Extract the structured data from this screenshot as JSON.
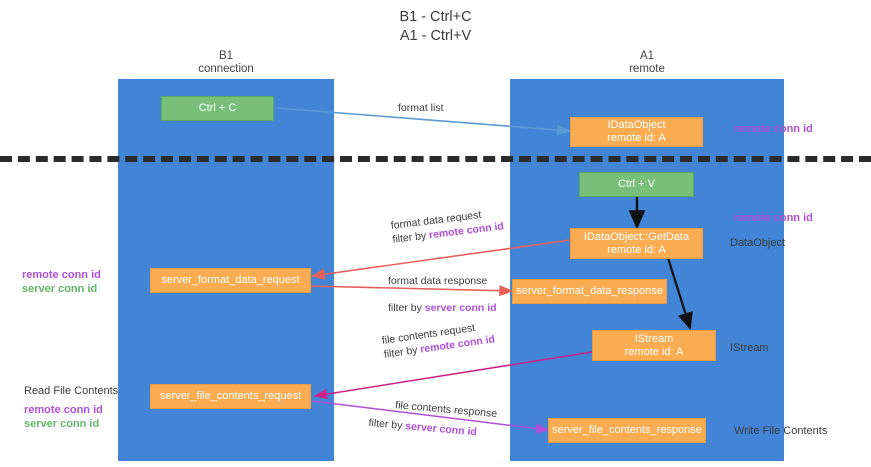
{
  "title": {
    "line1": "B1 - Ctrl+C",
    "line2": "A1 - Ctrl+V"
  },
  "lanes": [
    {
      "id": "b1",
      "name": "B1",
      "role": "connection"
    },
    {
      "id": "a1",
      "name": "A1",
      "role": "remote"
    }
  ],
  "colors": {
    "lane": "#4285d6",
    "green_node": "#78c07a",
    "orange_node": "#f9ac52",
    "purple_text": "#b04fd8",
    "green_text": "#62b866",
    "divider": "#2b2b2b",
    "arrow_blue": "#5b9bd5",
    "arrow_red": "#e8605a",
    "arrow_magenta": "#cc2288",
    "arrow_purple": "#b04fd8",
    "arrow_black": "#111111"
  },
  "nodes": {
    "ctrl_c": {
      "label": "Ctrl + C",
      "sub": ""
    },
    "ctrl_v": {
      "label": "Ctrl + V",
      "sub": ""
    },
    "idataobject": {
      "label": "IDataObject",
      "sub": "remote id: A"
    },
    "getdata": {
      "label": "IDataObject::GetData",
      "sub": "remote id: A"
    },
    "istream": {
      "label": "IStream",
      "sub": "remote id: A"
    },
    "server_format_data_request": {
      "label": "server_format_data_request"
    },
    "server_format_data_response": {
      "label": "server_format_data_response"
    },
    "server_file_contents_request": {
      "label": "server_file_contents_request"
    },
    "server_file_contents_response": {
      "label": "server_file_contents_response"
    }
  },
  "mid_labels": {
    "format_list": "format list",
    "format_data_request": "format data request",
    "format_data_request_filter_pre": "filter by ",
    "format_data_request_filter_key": "remote conn id",
    "format_data_response": "format data response",
    "format_data_response_filter_pre": "filter by ",
    "format_data_response_filter_key": "server conn id",
    "file_contents_request": "file contents request",
    "file_contents_request_filter_pre": "filter by ",
    "file_contents_request_filter_key": "remote conn id",
    "file_contents_response": "file contents response",
    "file_contents_response_filter_pre": "filter by ",
    "file_contents_response_filter_key": "server conn id"
  },
  "right_annotations": {
    "remote_conn_id_top": "remote conn id",
    "remote_conn_id_mid": "remote conn id",
    "dataobject": "DataObject",
    "istream": "IStream",
    "write_file_contents": "Write File Contents"
  },
  "left_annotations": {
    "remote_conn_id_1": "remote conn id",
    "server_conn_id_1": "server conn id",
    "read_file_contents": "Read File Contents",
    "remote_conn_id_2": "remote conn id",
    "server_conn_id_2": "server conn id"
  }
}
